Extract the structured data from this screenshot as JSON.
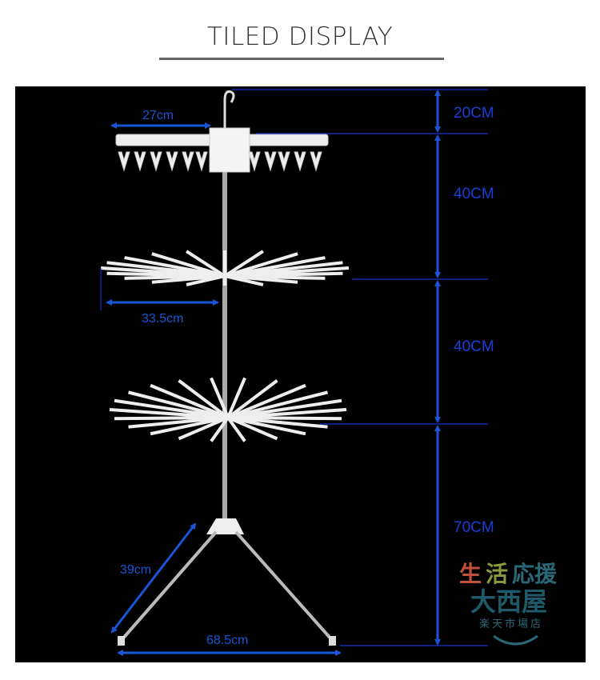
{
  "header": {
    "title": "TILED DISPLAY"
  },
  "dimensions": {
    "top_width": "27cm",
    "middle_radius": "33.5cm",
    "leg_length": "39cm",
    "base_width": "68.5cm",
    "heights": [
      "20CM",
      "40CM",
      "40CM",
      "70CM"
    ]
  },
  "logo": {
    "line1": [
      "生",
      "活",
      "応援"
    ],
    "line2": "大西屋",
    "line3": "楽天市場店"
  },
  "colors": {
    "dimension": "#1a55d8",
    "line": "#1a2fd0",
    "logo_red": "#c0503a",
    "logo_green": "#8a9a3a",
    "logo_teal": "#2a6878"
  }
}
